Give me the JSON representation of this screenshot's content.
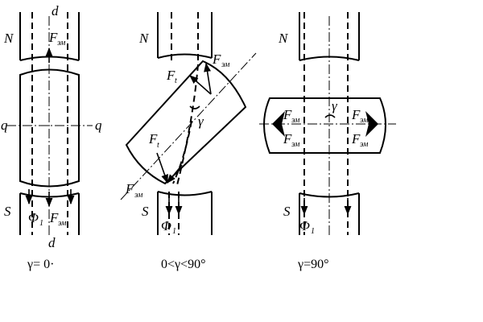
{
  "left": {
    "axis_top": "d",
    "axis_bottom": "d",
    "axis_left": "q",
    "axis_right": "q",
    "pole_n": "N",
    "pole_s": "S",
    "force_top": "F",
    "force_top_sub": "эм",
    "flux": "Φ",
    "flux_sub": "1",
    "force_bottom": "F",
    "force_bottom_sub": "эм",
    "caption": "γ= 0·"
  },
  "middle": {
    "pole_n": "N",
    "pole_s": "S",
    "force_em_top": "F",
    "force_em_top_sub": "эм",
    "force_t_top": "F",
    "force_t_top_sub": "t",
    "angle": "γ",
    "force_t_bottom": "F",
    "force_t_bottom_sub": "t",
    "force_em_bottom": "F",
    "force_em_bottom_sub": "эм",
    "flux": "Φ",
    "flux_sub": "1",
    "caption": "0<γ<90°"
  },
  "right": {
    "pole_n": "N",
    "pole_s": "S",
    "angle": "γ",
    "force_ul": "F",
    "force_ul_sub": "эм",
    "force_ll": "F",
    "force_ll_sub": "эм",
    "force_ur": "F",
    "force_ur_sub": "эм",
    "force_lr": "F",
    "force_lr_sub": "эм",
    "flux": "Φ",
    "flux_sub": "1",
    "caption": "γ=90°"
  }
}
